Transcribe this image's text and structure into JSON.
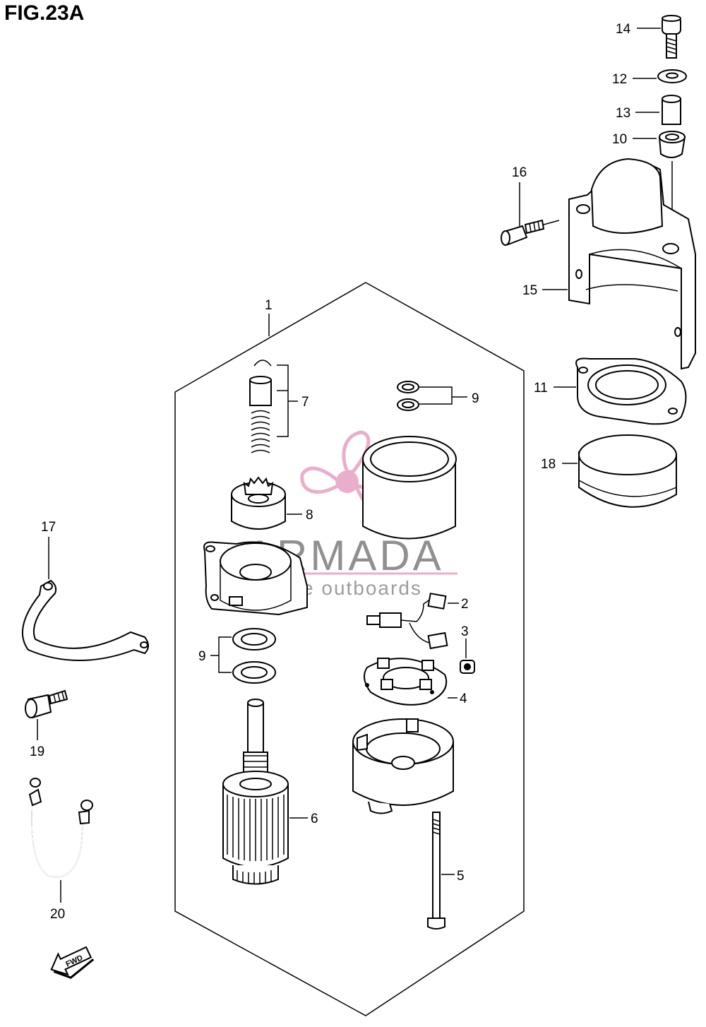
{
  "figure": {
    "title": "FIG.23A"
  },
  "parts": [
    {
      "key": "p1",
      "number": "1"
    },
    {
      "key": "p2",
      "number": "2"
    },
    {
      "key": "p3",
      "number": "3"
    },
    {
      "key": "p4",
      "number": "4"
    },
    {
      "key": "p5",
      "number": "5"
    },
    {
      "key": "p6",
      "number": "6"
    },
    {
      "key": "p7",
      "number": "7"
    },
    {
      "key": "p8",
      "number": "8"
    },
    {
      "key": "p9a",
      "number": "9"
    },
    {
      "key": "p9b",
      "number": "9"
    },
    {
      "key": "p10",
      "number": "10"
    },
    {
      "key": "p11",
      "number": "11"
    },
    {
      "key": "p12",
      "number": "12"
    },
    {
      "key": "p13",
      "number": "13"
    },
    {
      "key": "p14",
      "number": "14"
    },
    {
      "key": "p15",
      "number": "15"
    },
    {
      "key": "p16",
      "number": "16"
    },
    {
      "key": "p17",
      "number": "17"
    },
    {
      "key": "p18",
      "number": "18"
    },
    {
      "key": "p19",
      "number": "19"
    },
    {
      "key": "p20",
      "number": "20"
    }
  ],
  "direction_arrow": {
    "label": "FWD"
  },
  "watermark": {
    "brand": "ARMADA",
    "tagline": "marine outboards",
    "accent_color": "#e6a0c4",
    "text_color": "#7d7d7d"
  },
  "colors": {
    "line": "#000000",
    "background": "#ffffff"
  }
}
